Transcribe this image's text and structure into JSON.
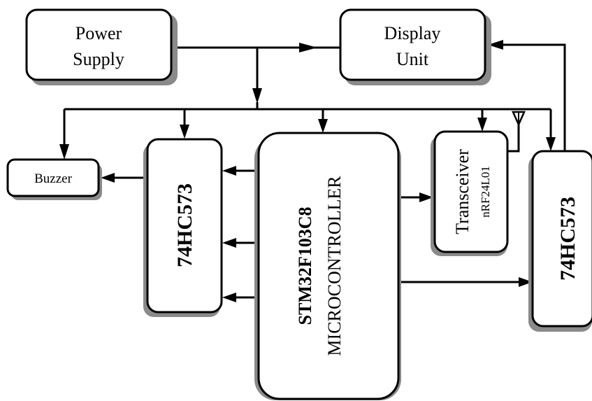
{
  "blocks": {
    "power_supply": [
      "Power",
      "Supply"
    ],
    "display_unit": [
      "Display",
      "Unit"
    ],
    "buzzer": "Buzzer",
    "latch_left": "74HC573",
    "microcontroller": [
      "STM32F103C8",
      "MICROCONTROLLER"
    ],
    "transceiver": [
      "Transceiver",
      "nRF24L01"
    ],
    "latch_right": "74HC573"
  }
}
